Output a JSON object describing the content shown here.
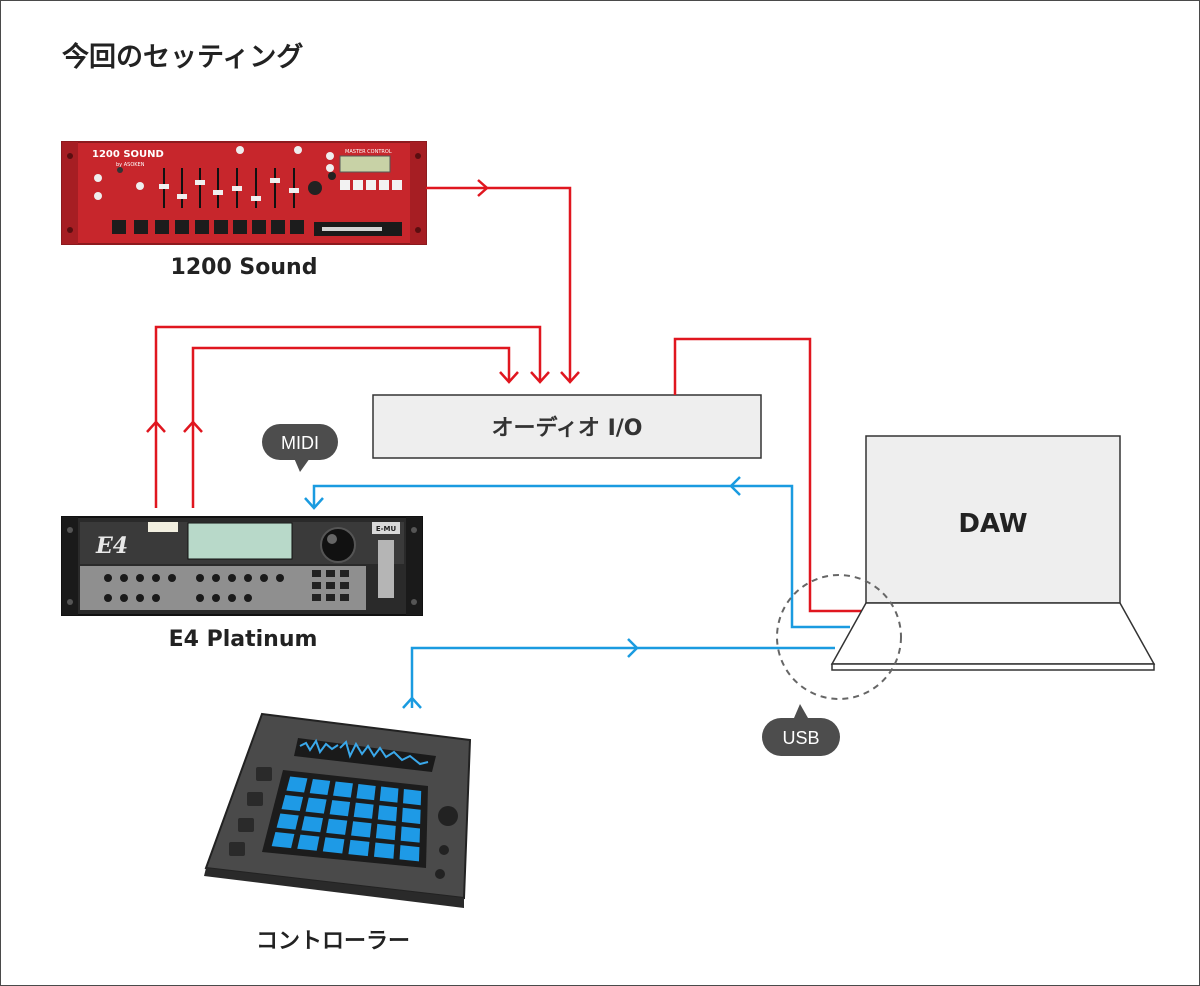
{
  "title": "今回のセッティング",
  "devices": {
    "sampler_1200": {
      "label": "1200 Sound",
      "brand_text": "1200 SOUND",
      "brand_sub": "by ASOKEN",
      "panel_text": "MASTER CONTROL"
    },
    "e4": {
      "label": "E4 Platinum",
      "logo": "E4",
      "brand_badge": "E-MU"
    },
    "controller": {
      "label": "コントローラー"
    },
    "audio_io": {
      "label": "オーディオ I/O"
    },
    "daw": {
      "label": "DAW"
    }
  },
  "callouts": {
    "midi": "MIDI",
    "usb": "USB"
  },
  "colors": {
    "audio": "#e0161f",
    "midi": "#1a9be0",
    "panel_red": "#c7262c",
    "dark": "#2b2b2b",
    "pad_blue": "#1e9ae6",
    "io_fill": "#eeeeee",
    "bubble": "#4d4d4d"
  }
}
